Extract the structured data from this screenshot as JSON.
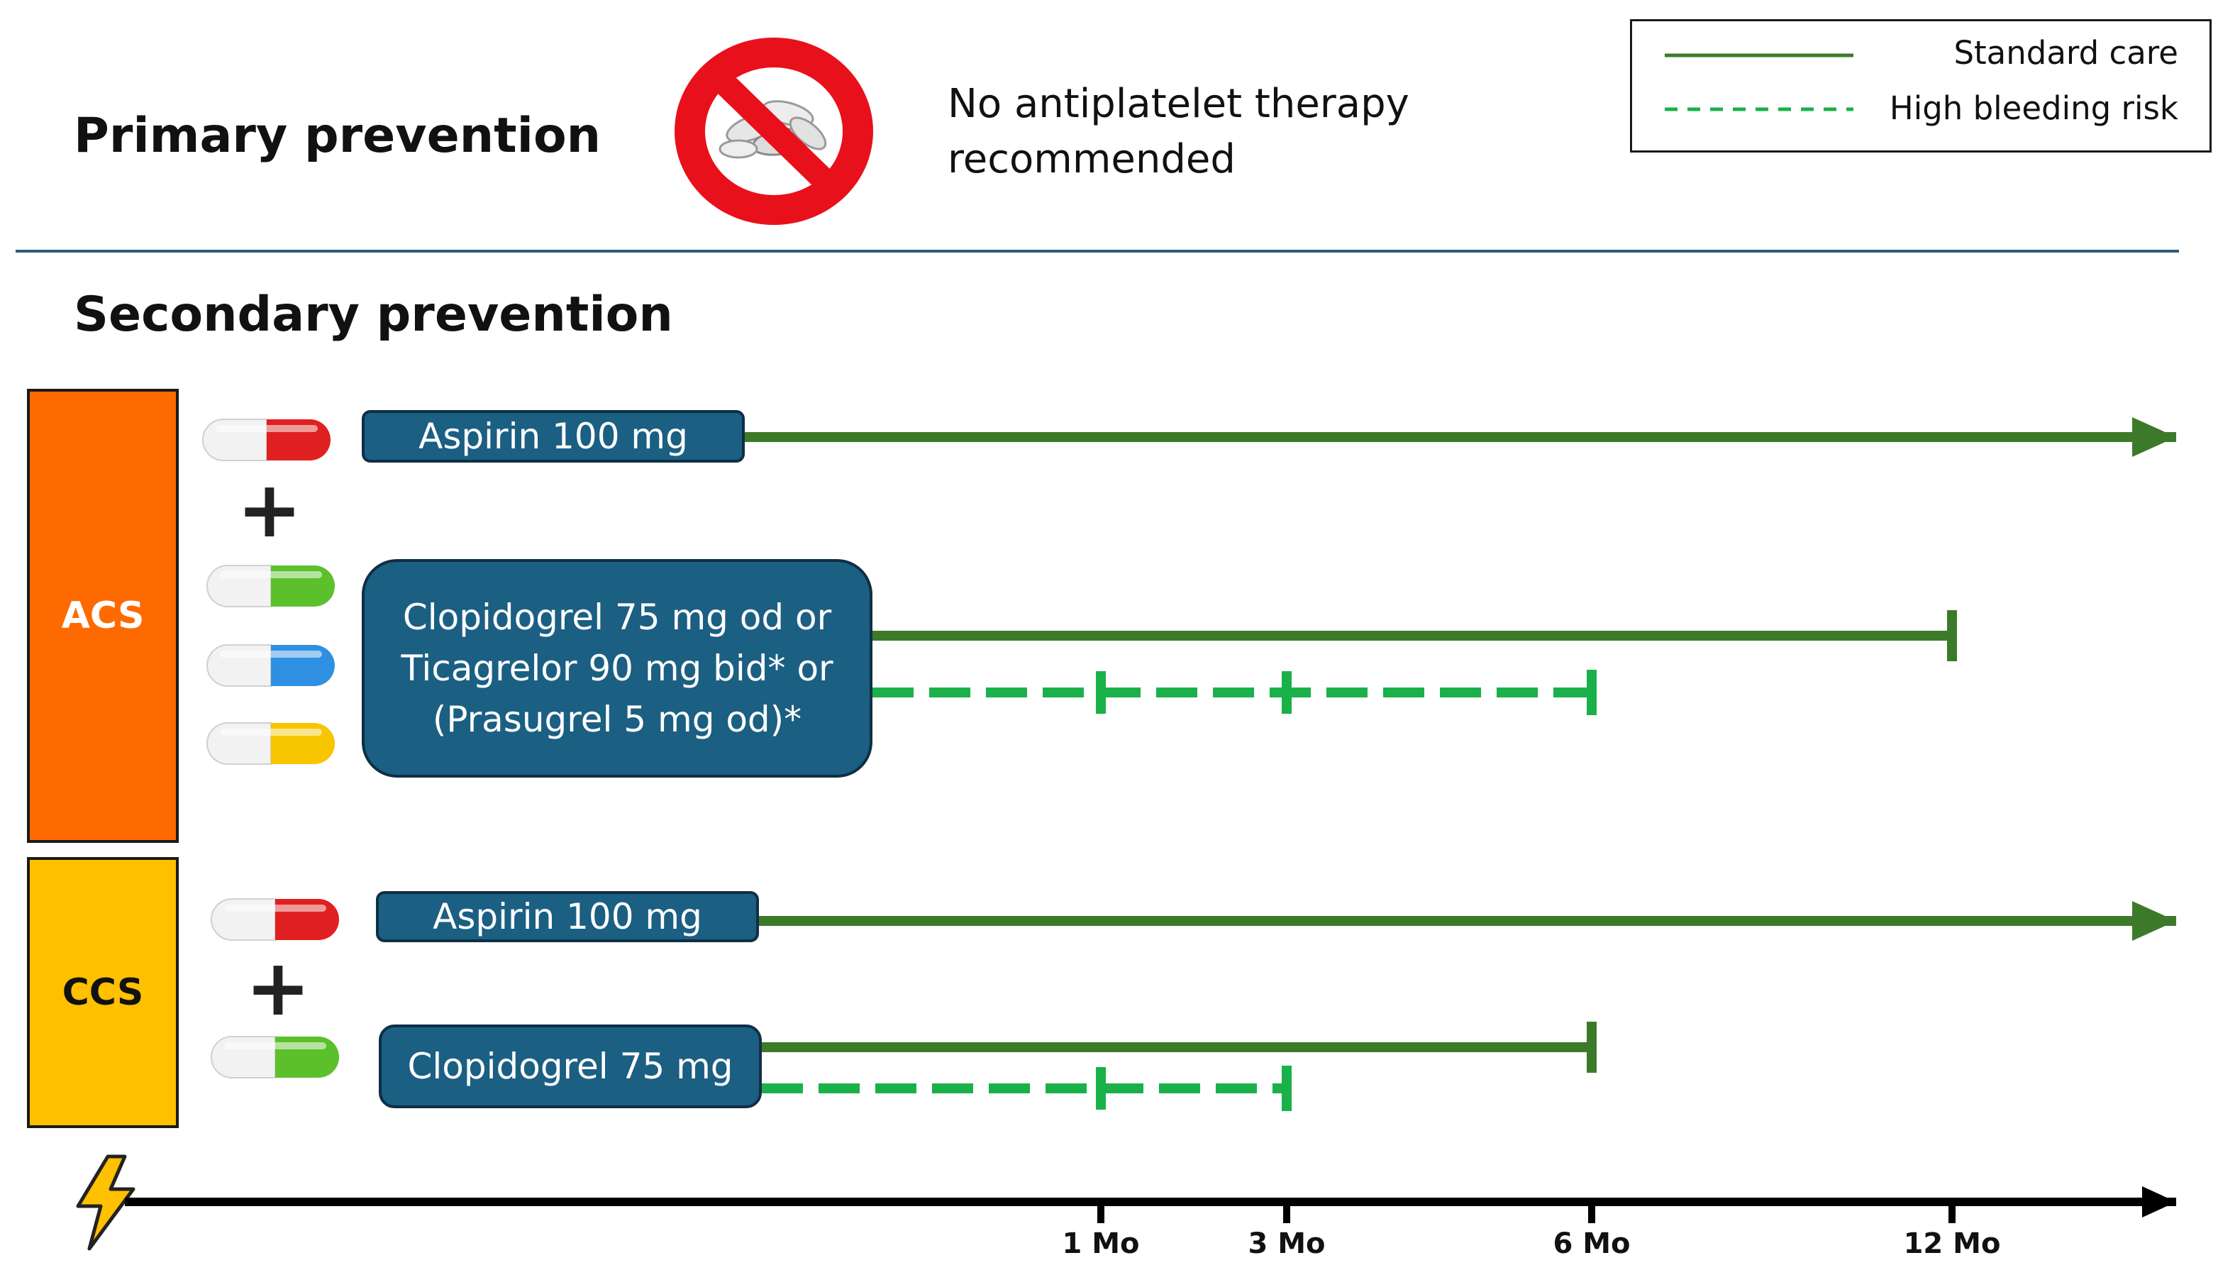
{
  "primary": {
    "heading": "Primary prevention",
    "icon": "no-pills-icon",
    "message_line1": "No antiplatelet therapy",
    "message_line2": "recommended"
  },
  "legend": {
    "standard_label": "Standard care",
    "hbr_label": "High bleeding risk"
  },
  "secondary": {
    "heading": "Secondary prevention"
  },
  "acs": {
    "label": "ACS",
    "aspirin_label": "Aspirin 100 mg",
    "p2y12_lines": [
      "Clopidogrel 75 mg od   or",
      "Ticagrelor 90 mg bid*  or",
      "(Prasugrel 5 mg od)*"
    ],
    "capsules": [
      "red-capsule-icon",
      "green-capsule-icon",
      "blue-capsule-icon",
      "yellow-capsule-icon"
    ]
  },
  "ccs": {
    "label": "CCS",
    "aspirin_label": "Aspirin 100 mg",
    "p2y12_label": "Clopidogrel 75 mg",
    "capsules": [
      "red-capsule-icon",
      "green-capsule-icon"
    ]
  },
  "timeline": {
    "event_icon": "lightning-icon",
    "ticks": [
      {
        "label": "1 Mo",
        "months": 1
      },
      {
        "label": "3 Mo",
        "months": 3
      },
      {
        "label": "6 Mo",
        "months": 6
      },
      {
        "label": "12 Mo",
        "months": 12
      }
    ]
  },
  "durations": {
    "acs_aspirin": "lifelong",
    "acs_dapt_standard_months": 12,
    "acs_dapt_hbr_months": 6,
    "acs_dapt_hbr_marks_months": [
      1,
      3
    ],
    "ccs_aspirin": "lifelong",
    "ccs_dapt_standard_months": 6,
    "ccs_dapt_hbr_months": 3,
    "ccs_dapt_hbr_marks_months": [
      1
    ]
  },
  "colors": {
    "acs_block": "#ff6a00",
    "ccs_block": "#ffc000",
    "drug_box": "#1b5f83",
    "standard_line": "#3c7a2a",
    "hbr_line": "#1ab04a",
    "divider": "#2a5d7a",
    "no_sign": "#e8111b",
    "capsule_red": "#e02020",
    "capsule_green": "#5cc02c",
    "capsule_blue": "#2f8fe0",
    "capsule_yellow": "#f7c600"
  }
}
